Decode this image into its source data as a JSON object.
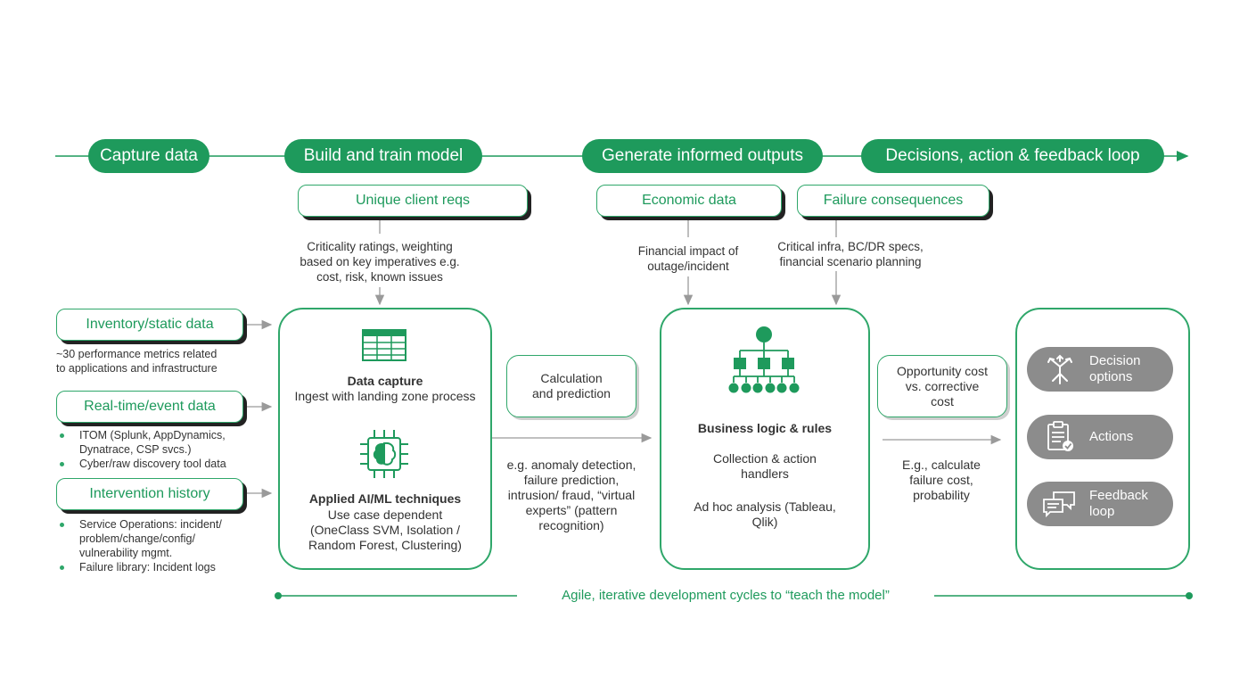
{
  "phases": {
    "capture": "Capture data",
    "build": "Build and train model",
    "generate": "Generate informed outputs",
    "decisions": "Decisions, action & feedback loop"
  },
  "inputs": {
    "unique_client": "Unique client reqs",
    "economic": "Economic data",
    "failure": "Failure consequences",
    "inventory": "Inventory/static data",
    "realtime": "Real-time/event data",
    "intervention": "Intervention history"
  },
  "notes": {
    "unique_client": [
      "Criticality ratings, weighting",
      "based on key imperatives e.g.",
      "cost, risk, known issues"
    ],
    "economic": [
      "Financial impact of",
      "outage/incident"
    ],
    "failure": [
      "Critical infra, BC/DR specs,",
      "financial scenario planning"
    ],
    "inventory": [
      "~30 performance metrics related",
      "to applications and infrastructure"
    ],
    "realtime_bullets": [
      "ITOM (Splunk, AppDynamics, Dynatrace, CSP svcs.)",
      "Cyber/raw discovery tool data"
    ],
    "intervention_bullets": [
      "Service Operations: incident/ problem/change/config/ vulnerability mgmt.",
      "Failure library: Incident logs"
    ]
  },
  "model_box": {
    "data_capture_title": "Data capture",
    "data_capture_desc": "Ingest with landing zone process",
    "ai_title": "Applied AI/ML techniques",
    "ai_desc": [
      "Use case dependent",
      "(OneClass SVM, Isolation /",
      "Random Forest, Clustering)"
    ],
    "icons": [
      "table-icon",
      "brain-chip-icon"
    ]
  },
  "calculation": {
    "label": [
      "Calculation",
      "and prediction"
    ],
    "examples": [
      "e.g. anomaly detection,",
      "failure prediction,",
      "intrusion/ fraud, “virtual",
      "experts” (pattern",
      "recognition)"
    ]
  },
  "logic_box": {
    "title": "Business logic & rules",
    "collection": [
      "Collection & action",
      "handlers"
    ],
    "adhoc": [
      "Ad hoc analysis (Tableau,",
      "Qlik)"
    ],
    "icon": "hierarchy-icon"
  },
  "opportunity": {
    "label": [
      "Opportunity cost",
      "vs. corrective",
      "cost"
    ],
    "examples": [
      "E.g., calculate",
      "failure cost,",
      "probability"
    ]
  },
  "outcomes": [
    {
      "label": [
        "Decision",
        "options"
      ],
      "icon": "decision-arrows-icon"
    },
    {
      "label": [
        "Actions"
      ],
      "icon": "clipboard-check-icon"
    },
    {
      "label": [
        "Feedback",
        "loop"
      ],
      "icon": "chat-bubbles-icon"
    }
  ],
  "footer": "Agile, iterative development cycles to “teach the model”",
  "colors": {
    "accent": "#1e9a5c",
    "grey_pill": "#8c8c8c",
    "arrow": "#9a9a9a"
  }
}
